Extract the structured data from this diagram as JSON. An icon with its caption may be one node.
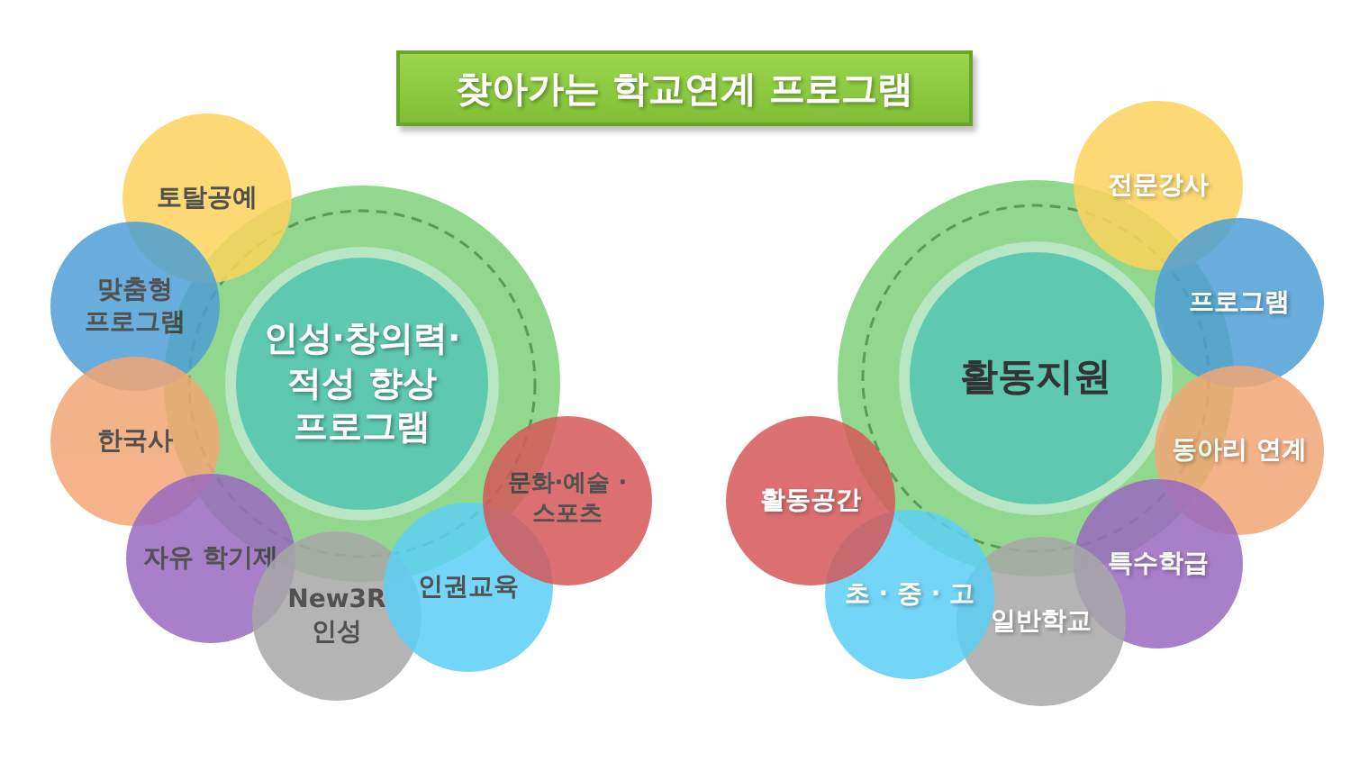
{
  "diagram": {
    "title": "찾아가는 학교연계 프로그램",
    "nodes": [
      {
        "text": [
          "인성·창의력· 적성 향상 프로그램"
        ]
      },
      {
        "text": [
          "토탈공예"
        ]
      },
      {
        "text": [
          "맞춤형 프로그램"
        ]
      },
      {
        "text": [
          "한국사"
        ]
      },
      {
        "text": [
          "자유 학기제"
        ]
      },
      {
        "text": [
          "New3R 인성"
        ]
      },
      {
        "text": [
          "인권교육"
        ]
      },
      {
        "text": [
          "문화·예술 ·스포츠"
        ]
      },
      {
        "text": [
          "활동지원"
        ]
      },
      {
        "text": [
          "전문강사"
        ]
      },
      {
        "text": [
          "프로그램"
        ]
      },
      {
        "text": [
          "동아리 연계"
        ]
      },
      {
        "text": [
          "특수학급"
        ]
      },
      {
        "text": [
          "일반학교"
        ]
      },
      {
        "text": [
          "초 · 중 · 고"
        ]
      },
      {
        "text": [
          "활동공간"
        ]
      }
    ]
  }
}
